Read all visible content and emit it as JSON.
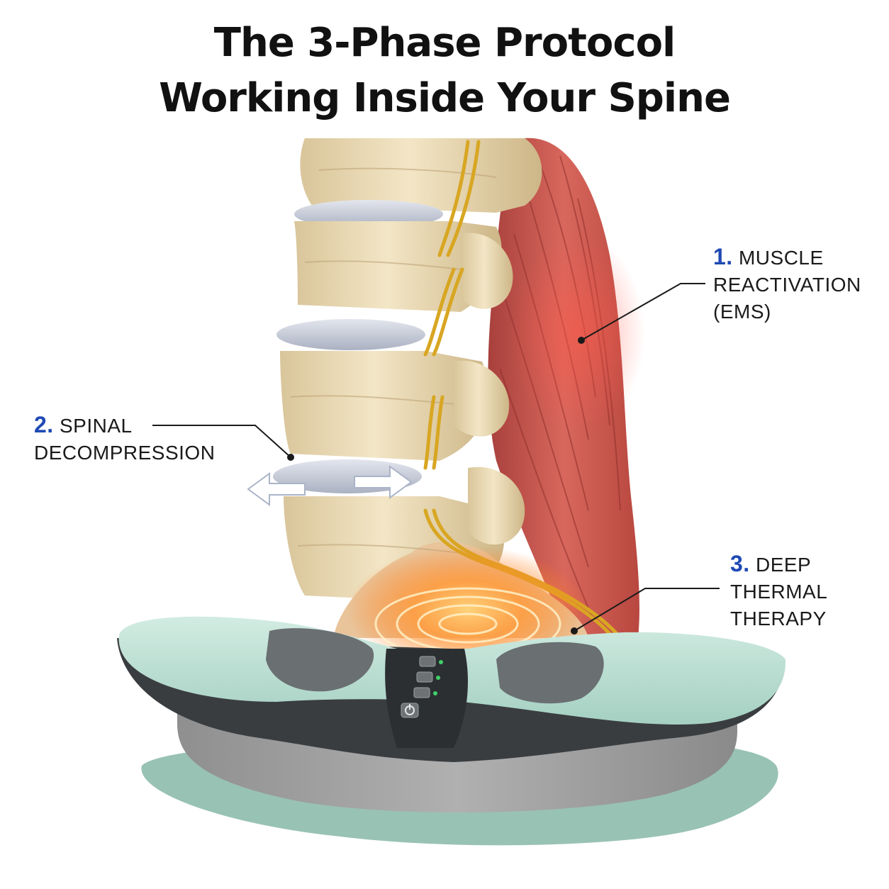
{
  "title": {
    "line1": "The 3-Phase Protocol",
    "line2": "Working Inside Your Spine"
  },
  "callouts": [
    {
      "number": "1.",
      "lines": [
        "MUSCLE",
        "REACTIVATION",
        "(EMS)"
      ]
    },
    {
      "number": "2.",
      "lines": [
        "SPINAL",
        "DECOMPRESSION"
      ]
    },
    {
      "number": "3.",
      "lines": [
        "DEEP",
        "THERMAL",
        "THERAPY"
      ]
    }
  ],
  "colors": {
    "number_accent": "#1f49b4",
    "bone": "#ecdcb8",
    "disc": "#c9ced8",
    "muscle": "#c8504a",
    "nerve": "#d8a622",
    "device_top": "#b7ddd0",
    "device_body": "#3a3d40",
    "cushion": "#9a9a9a",
    "heat": "#ff8a1e"
  },
  "icons": [
    "power-icon",
    "decompression-arrows-icon",
    "heat-waves-icon"
  ]
}
